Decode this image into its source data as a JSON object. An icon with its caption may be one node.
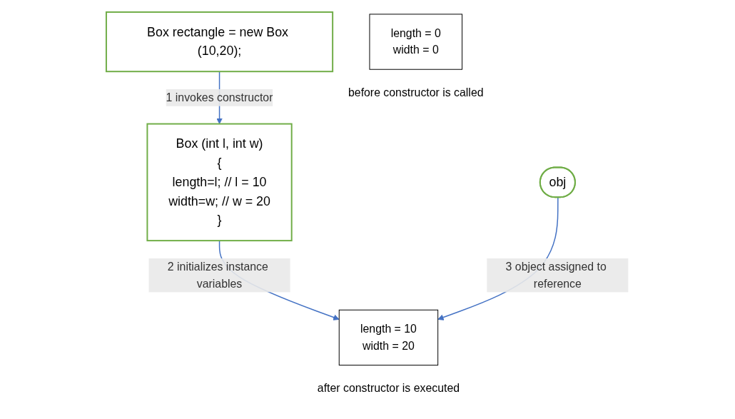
{
  "diagram": {
    "nodes": [
      {
        "text": [
          "Box rectangle = new Box (10,20);"
        ]
      },
      {
        "text": [
          "Box (int l, int w)",
          "{",
          "length=l; // l = 10",
          "width=w; // w = 20",
          "}"
        ]
      },
      {
        "text": [
          "length = 0",
          "width = 0"
        ],
        "beside": [
          "before constructor is called"
        ]
      },
      {
        "text": [
          "length = 10",
          "width = 20"
        ],
        "beside": [
          "after constructor is executed"
        ]
      },
      {
        "text": [
          "obj"
        ]
      }
    ],
    "edges": [
      {
        "from": 0,
        "to": 1,
        "arrow": "to",
        "label": "1 invokes constructor"
      },
      {
        "from": 1,
        "to": 3,
        "arrow": "to",
        "label": "2 initializes instance variables"
      },
      {
        "from": 4,
        "to": 3,
        "arrow": "to",
        "label": "3 object assigned to reference"
      }
    ]
  }
}
